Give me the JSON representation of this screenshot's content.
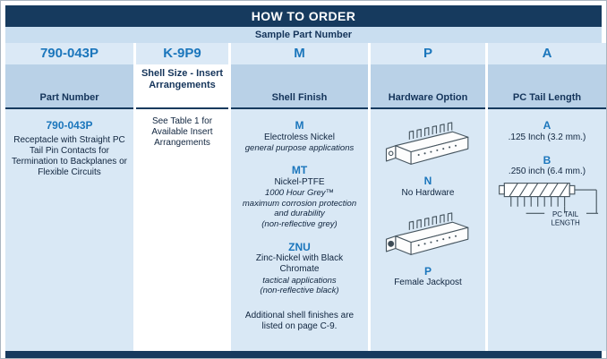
{
  "colors": {
    "navy": "#163a5e",
    "accent_blue": "#1b76bc",
    "header_band_blue": "#b9d1e7",
    "cell_blue": "#d9e8f5",
    "sample_row_blue": "#c9def0"
  },
  "title": "HOW TO ORDER",
  "sample_label": "Sample Part Number",
  "codes": {
    "part_number": "790-043P",
    "shell_size": "K-9P9",
    "shell_finish": "M",
    "hardware": "P",
    "pc_tail": "A"
  },
  "headers": {
    "part_number": "Part Number",
    "shell_size": "Shell Size - Insert Arrangements",
    "shell_finish": "Shell Finish",
    "hardware": "Hardware Option",
    "pc_tail": "PC Tail Length"
  },
  "part_number_col": {
    "code": "790-043P",
    "description": "Receptacle with Straight PC Tail Pin Contacts for Termination to Backplanes or Flexible Circuits"
  },
  "shell_size_col": {
    "note": "See Table 1 for Available Insert Arrangements"
  },
  "shell_finish_col": {
    "options": [
      {
        "code": "M",
        "name": "Electroless Nickel",
        "notes": [
          "general purpose applications"
        ]
      },
      {
        "code": "MT",
        "name": "Nickel-PTFE",
        "notes": [
          "1000 Hour Grey™",
          "maximum corrosion protection and durability",
          "(non-reflective grey)"
        ]
      },
      {
        "code": "ZNU",
        "name": "Zinc-Nickel with Black Chromate",
        "notes": [
          "tactical applications",
          "(non-reflective black)"
        ]
      }
    ],
    "footnote": "Additional shell finishes are listed on page C-9."
  },
  "hardware_col": {
    "options": [
      {
        "code": "N",
        "label": "No Hardware"
      },
      {
        "code": "P",
        "label": "Female Jackpost"
      }
    ]
  },
  "pc_tail_col": {
    "options": [
      {
        "code": "A",
        "label": ".125 Inch (3.2 mm.)"
      },
      {
        "code": "B",
        "label": ".250 inch (6.4 mm.)"
      }
    ],
    "diagram_label_line1": "PC TAIL",
    "diagram_label_line2": "LENGTH"
  }
}
